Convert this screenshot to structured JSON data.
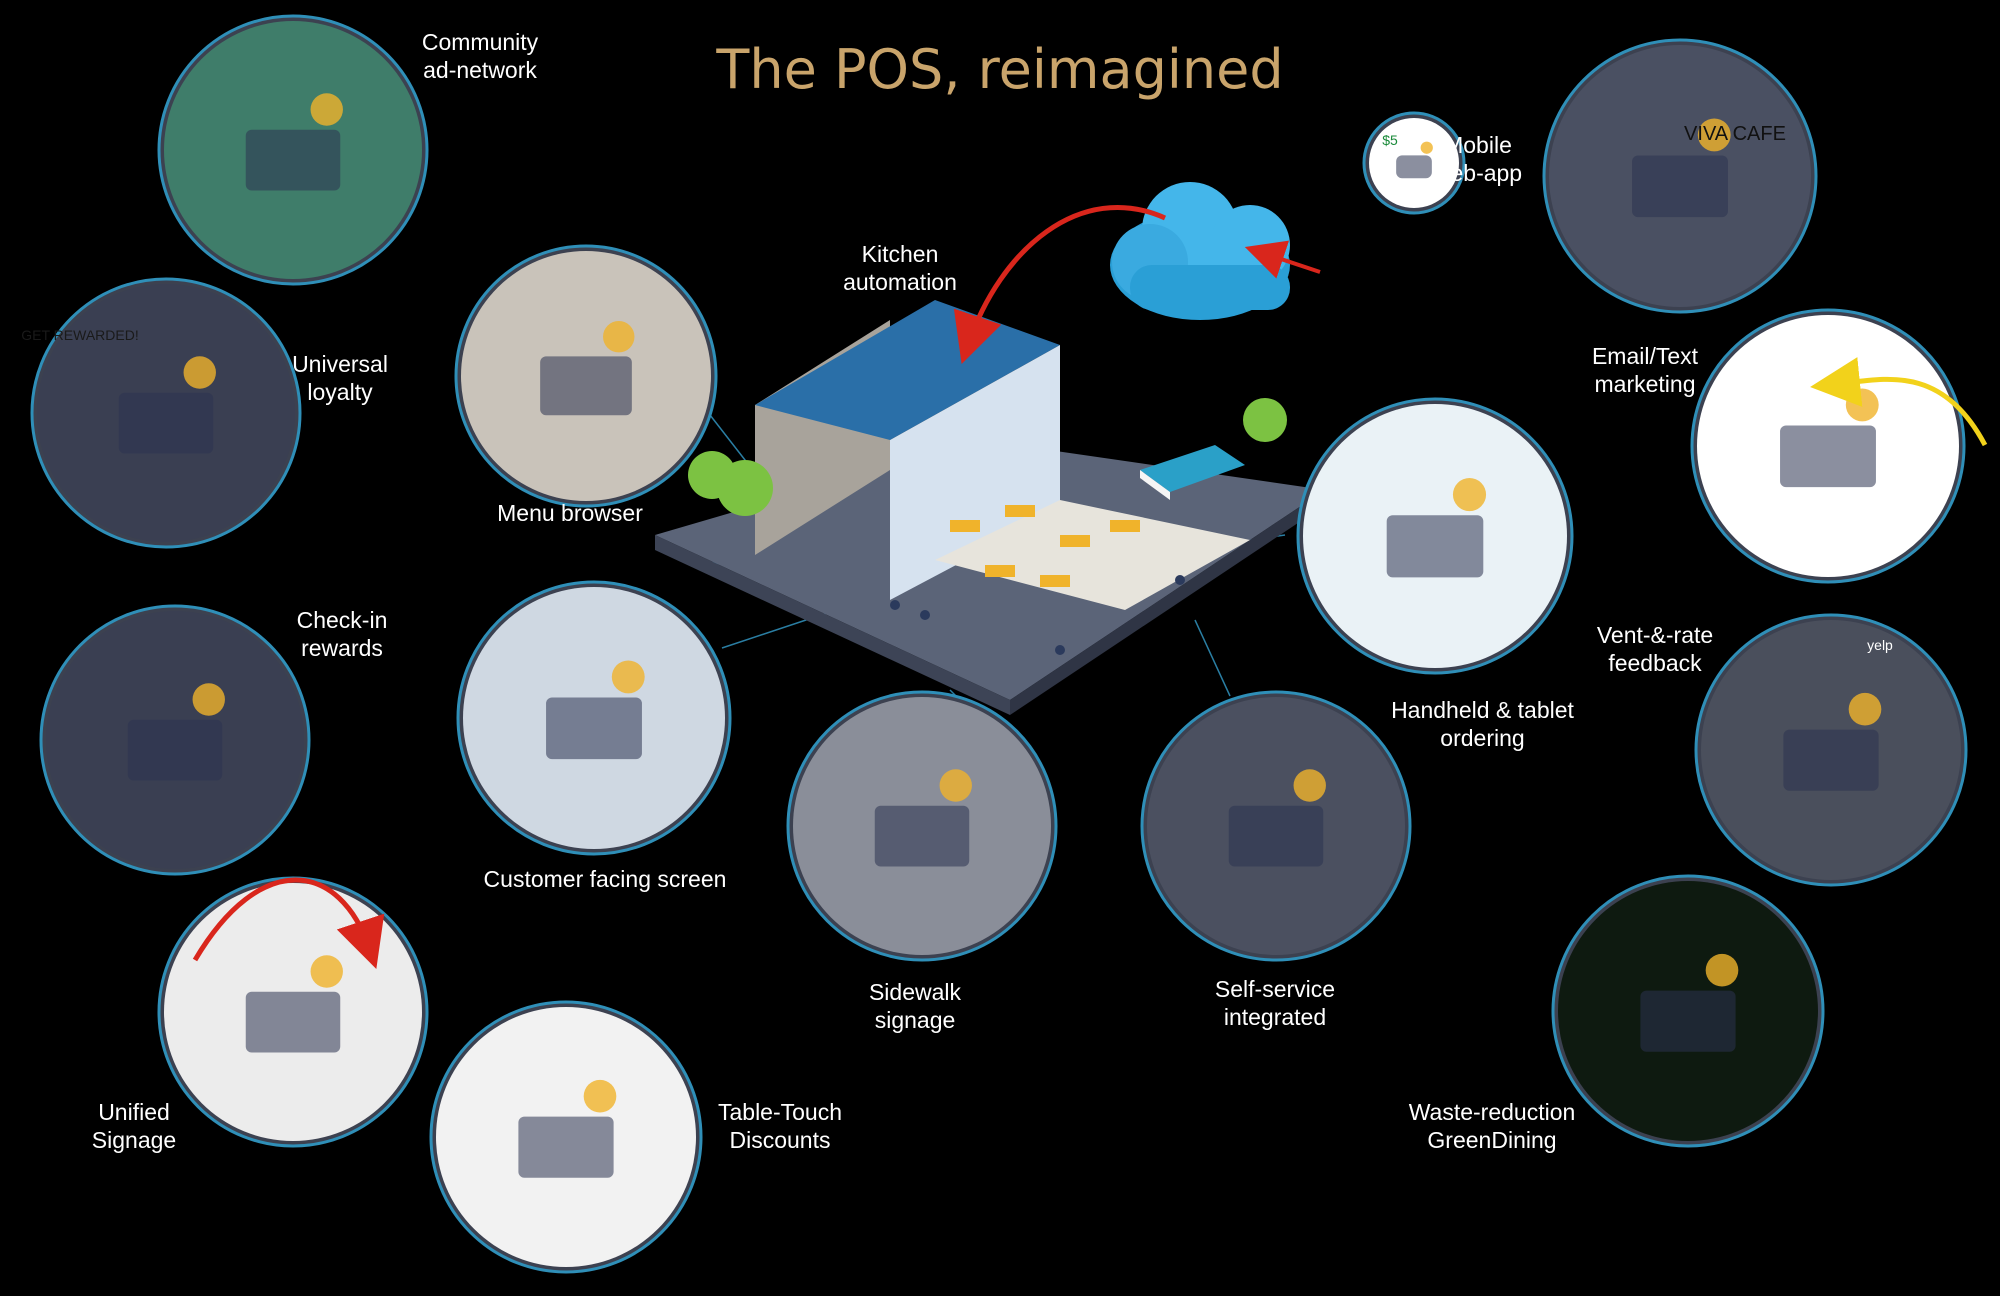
{
  "title": "The POS, reimagined",
  "colors": {
    "background": "#000000",
    "title": "#c9a46b",
    "ring": "#2f8fb8",
    "circle_fill": "#3c4150",
    "connector": "#2a7ea3",
    "arrow_red": "#d9261c",
    "arrow_yellow": "#f2d21b",
    "cloud": "#2a9fd6"
  },
  "features": [
    {
      "id": "community",
      "lines": [
        "Community",
        "ad-network"
      ],
      "icon": "storefronts-icon"
    },
    {
      "id": "loyalty",
      "lines": [
        "Universal",
        "loyalty"
      ],
      "icon": "magnet-icon"
    },
    {
      "id": "checkin",
      "lines": [
        "Check-in",
        "rewards"
      ],
      "icon": "phone-qr-icon"
    },
    {
      "id": "unified",
      "lines": [
        "Unified",
        "Signage"
      ],
      "icon": "signage-icon"
    },
    {
      "id": "menu",
      "lines": [
        "Menu browser"
      ],
      "icon": "kiosk-icon"
    },
    {
      "id": "kitchen",
      "lines": [
        "Kitchen",
        "automation"
      ],
      "icon": "kitchen-icon"
    },
    {
      "id": "customer",
      "lines": [
        "Customer facing screen"
      ],
      "icon": "monitor-icon"
    },
    {
      "id": "tabletouch",
      "lines": [
        "Table-Touch",
        "Discounts"
      ],
      "icon": "receipt-icon"
    },
    {
      "id": "sidewalk",
      "lines": [
        "Sidewalk",
        "signage"
      ],
      "icon": "standee-icon"
    },
    {
      "id": "selfservice",
      "lines": [
        "Self-service",
        "integrated"
      ],
      "icon": "self-kiosk-icon"
    },
    {
      "id": "handheld",
      "lines": [
        "Handheld & tablet",
        "ordering"
      ],
      "icon": "tablet-icon"
    },
    {
      "id": "mobile",
      "lines": [
        "Mobile",
        "web-app"
      ],
      "icon": "smartphone-icon"
    },
    {
      "id": "email",
      "lines": [
        "Email/Text",
        "marketing"
      ],
      "icon": "envelope-icon"
    },
    {
      "id": "vent",
      "lines": [
        "Vent-&-rate",
        "feedback"
      ],
      "icon": "rating-icon"
    },
    {
      "id": "waste",
      "lines": [
        "Waste-reduction",
        "GreenDining"
      ],
      "icon": "leaf-bin-icon"
    }
  ],
  "badges": {
    "viva_cafe": "VIVA CAFE",
    "loyalty_card": "GET REWARDED!",
    "dollar": "$5",
    "yelp": "yelp"
  }
}
